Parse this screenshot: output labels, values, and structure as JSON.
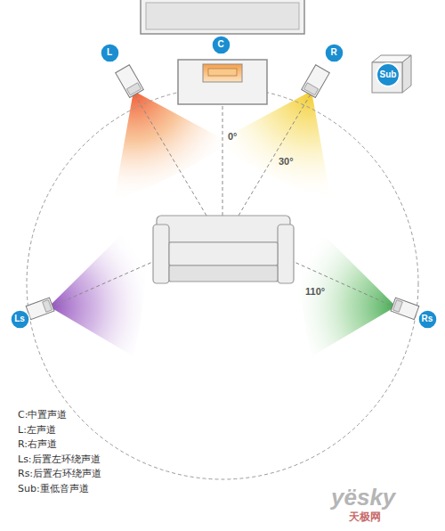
{
  "diagram": {
    "nodes": [
      {
        "text": [
          "L"
        ]
      },
      {
        "text": [
          "C"
        ]
      },
      {
        "text": [
          "R"
        ]
      },
      {
        "text": [
          "Sub"
        ]
      },
      {
        "text": [
          "Ls"
        ]
      },
      {
        "text": [
          "Rs"
        ]
      }
    ],
    "labels": [
      "0°",
      "30°",
      "110°",
      "yësky",
      "天极网"
    ],
    "legend": [
      {
        "text": "C:中置声道"
      },
      {
        "text": "L:左声道"
      },
      {
        "text": "R:右声道"
      },
      {
        "text": "Ls:后置左环绕声道"
      },
      {
        "text": "Rs:后置右环绕声道"
      },
      {
        "text": "Sub:重低音声道"
      }
    ]
  }
}
